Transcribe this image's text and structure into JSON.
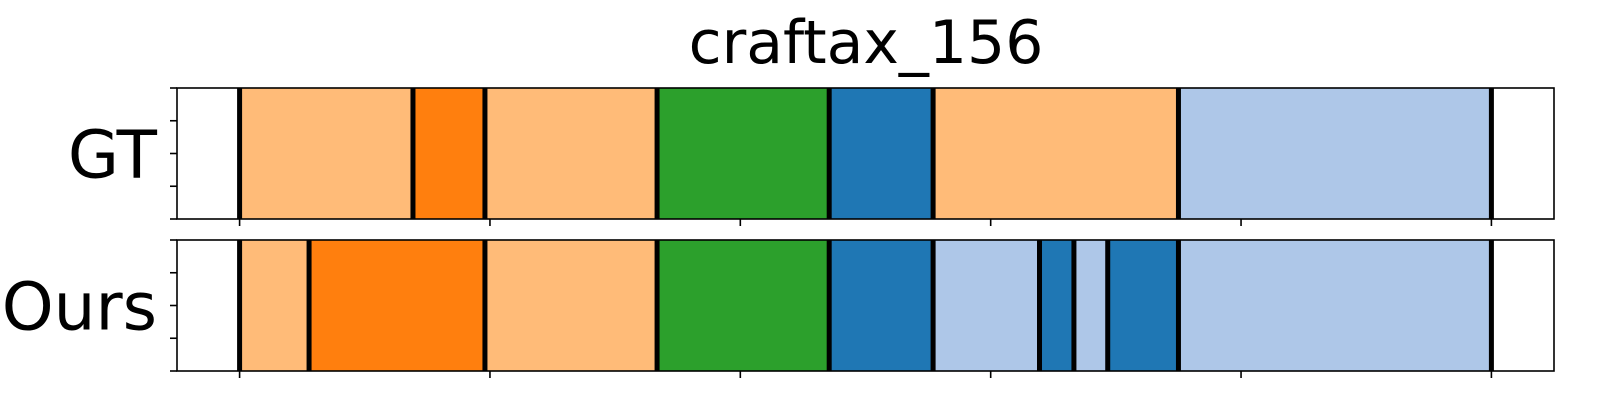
{
  "chart_data": {
    "type": "segmentation",
    "title": "craftax_156",
    "x_range": [
      -0.5,
      10.5
    ],
    "rows": [
      {
        "label": "GT",
        "segments": [
          {
            "start": 0.0,
            "end": 1.385,
            "color": "#ffbb78"
          },
          {
            "start": 1.385,
            "end": 1.96,
            "color": "#ff7f0e"
          },
          {
            "start": 1.96,
            "end": 3.335,
            "color": "#ffbb78"
          },
          {
            "start": 3.335,
            "end": 4.71,
            "color": "#2ca02c"
          },
          {
            "start": 4.71,
            "end": 5.54,
            "color": "#1f77b4"
          },
          {
            "start": 5.54,
            "end": 7.5,
            "color": "#ffbb78"
          },
          {
            "start": 7.5,
            "end": 10.0,
            "color": "#aec7e8"
          }
        ]
      },
      {
        "label": "Ours",
        "segments": [
          {
            "start": 0.0,
            "end": 0.555,
            "color": "#ffbb78"
          },
          {
            "start": 0.555,
            "end": 1.96,
            "color": "#ff7f0e"
          },
          {
            "start": 1.96,
            "end": 3.335,
            "color": "#ffbb78"
          },
          {
            "start": 3.335,
            "end": 4.71,
            "color": "#2ca02c"
          },
          {
            "start": 4.71,
            "end": 5.54,
            "color": "#1f77b4"
          },
          {
            "start": 5.54,
            "end": 6.39,
            "color": "#aec7e8"
          },
          {
            "start": 6.39,
            "end": 6.665,
            "color": "#1f77b4"
          },
          {
            "start": 6.665,
            "end": 6.935,
            "color": "#aec7e8"
          },
          {
            "start": 6.935,
            "end": 7.5,
            "color": "#1f77b4"
          },
          {
            "start": 7.5,
            "end": 10.0,
            "color": "#aec7e8"
          }
        ]
      }
    ]
  }
}
